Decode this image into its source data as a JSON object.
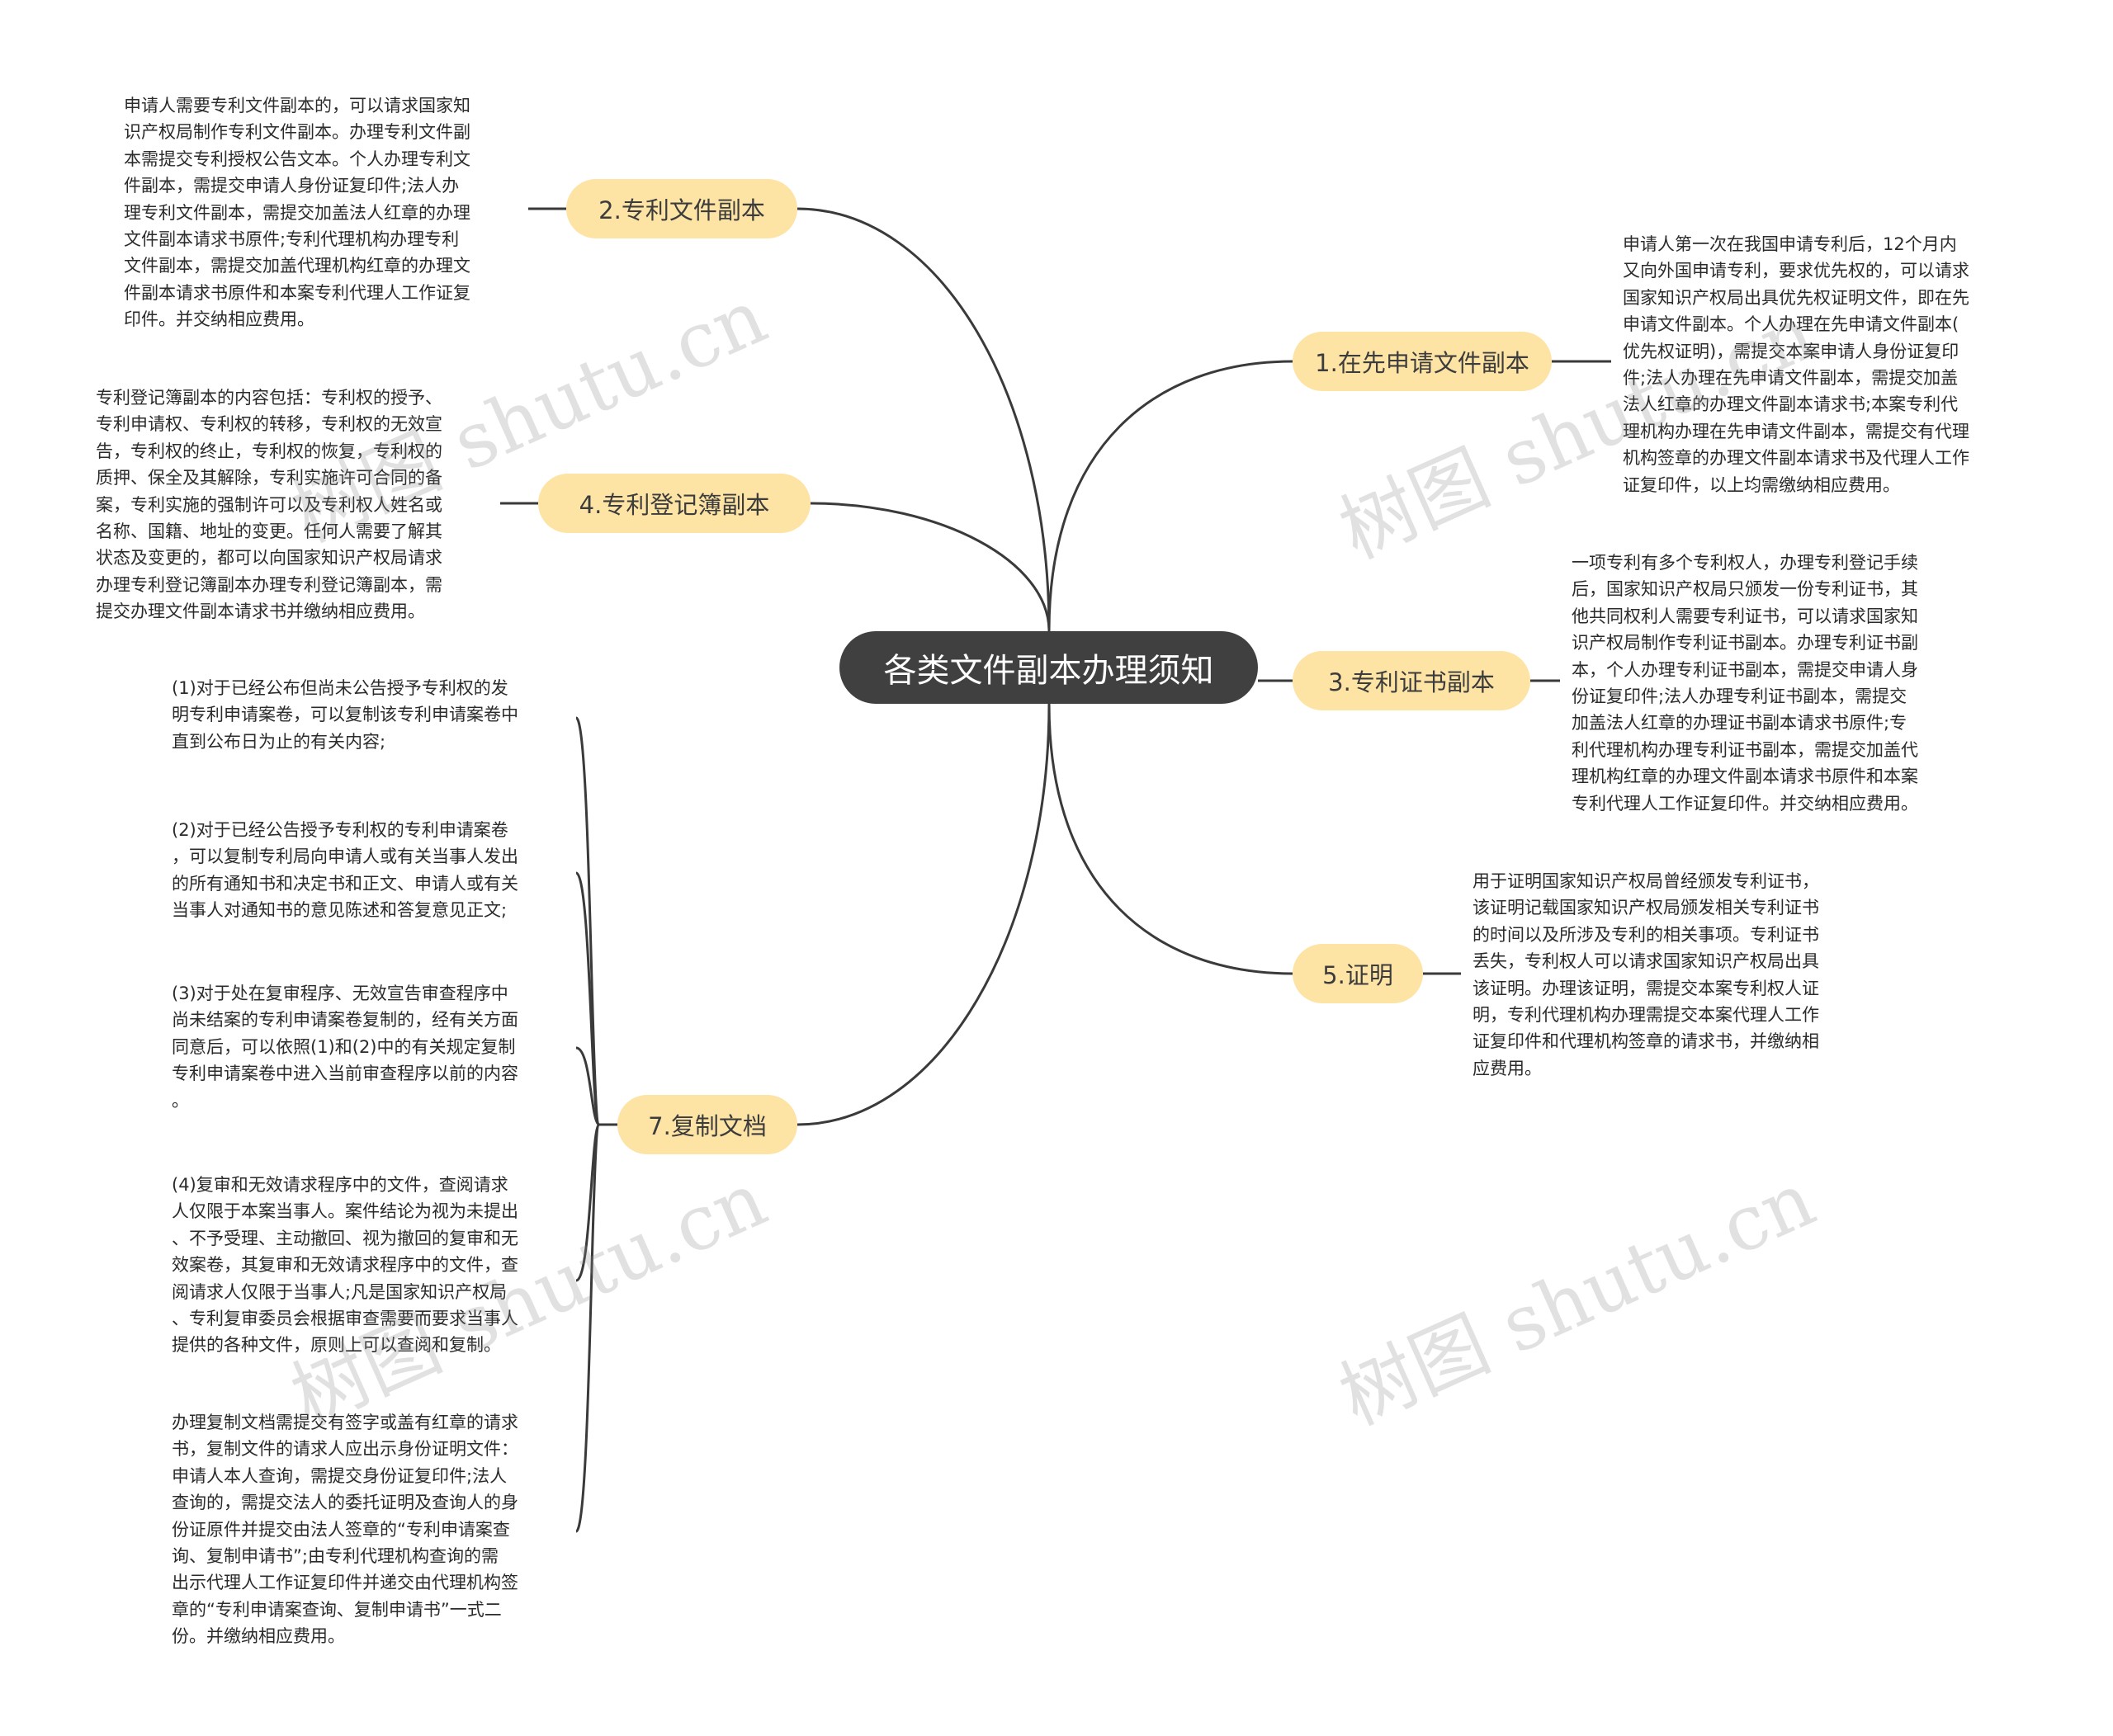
{
  "root": {
    "title": "各类文件副本办理须知"
  },
  "branches": {
    "b1": {
      "label": "1.在先申请文件副本",
      "note": "申请人第一次在我国申请专利后，12个月内\n又向外国申请专利，要求优先权的，可以请求\n国家知识产权局出具优先权证明文件，即在先\n申请文件副本。个人办理在先申请文件副本(\n优先权证明)，需提交本案申请人身份证复印\n件;法人办理在先申请文件副本，需提交加盖\n法人红章的办理文件副本请求书;本案专利代\n理机构办理在先申请文件副本，需提交有代理\n机构签章的办理文件副本请求书及代理人工作\n证复印件，以上均需缴纳相应费用。"
    },
    "b2": {
      "label": "2.专利文件副本",
      "note": "申请人需要专利文件副本的，可以请求国家知\n识产权局制作专利文件副本。办理专利文件副\n本需提交专利授权公告文本。个人办理专利文\n件副本，需提交申请人身份证复印件;法人办\n理专利文件副本，需提交加盖法人红章的办理\n文件副本请求书原件;专利代理机构办理专利\n文件副本，需提交加盖代理机构红章的办理文\n件副本请求书原件和本案专利代理人工作证复\n印件。并交纳相应费用。"
    },
    "b3": {
      "label": "3.专利证书副本",
      "note": "一项专利有多个专利权人，办理专利登记手续\n后，国家知识产权局只颁发一份专利证书，其\n他共同权利人需要专利证书，可以请求国家知\n识产权局制作专利证书副本。办理专利证书副\n本，个人办理专利证书副本，需提交申请人身\n份证复印件;法人办理专利证书副本，需提交\n加盖法人红章的办理证书副本请求书原件;专\n利代理机构办理专利证书副本，需提交加盖代\n理机构红章的办理文件副本请求书原件和本案\n专利代理人工作证复印件。并交纳相应费用。"
    },
    "b4": {
      "label": "4.专利登记簿副本",
      "note": "专利登记簿副本的内容包括：专利权的授予、\n专利申请权、专利权的转移，专利权的无效宣\n告，专利权的终止，专利权的恢复，专利权的\n质押、保全及其解除，专利实施许可合同的备\n案，专利实施的强制许可以及专利权人姓名或\n名称、国籍、地址的变更。任何人需要了解其\n状态及变更的，都可以向国家知识产权局请求\n办理专利登记簿副本办理专利登记簿副本，需\n提交办理文件副本请求书并缴纳相应费用。"
    },
    "b5": {
      "label": "5.证明",
      "note": "用于证明国家知识产权局曾经颁发专利证书，\n该证明记载国家知识产权局颁发相关专利证书\n的时间以及所涉及专利的相关事项。专利证书\n丢失，专利权人可以请求国家知识产权局出具\n该证明。办理该证明，需提交本案专利权人证\n明，专利代理机构办理需提交本案代理人工作\n证复印件和代理机构签章的请求书，并缴纳相\n应费用。"
    },
    "b7": {
      "label": "7.复制文档",
      "notes": [
        "(1)对于已经公布但尚未公告授予专利权的发\n明专利申请案卷，可以复制该专利申请案卷中\n直到公布日为止的有关内容;",
        "(2)对于已经公告授予专利权的专利申请案卷\n，可以复制专利局向申请人或有关当事人发出\n的所有通知书和决定书和正文、申请人或有关\n当事人对通知书的意见陈述和答复意见正文;",
        "(3)对于处在复审程序、无效宣告审查程序中\n尚未结案的专利申请案卷复制的，经有关方面\n同意后，可以依照(1)和(2)中的有关规定复制\n专利申请案卷中进入当前审查程序以前的内容\n。",
        "(4)复审和无效请求程序中的文件，查阅请求\n人仅限于本案当事人。案件结论为视为未提出\n、不予受理、主动撤回、视为撤回的复审和无\n效案卷，其复审和无效请求程序中的文件，查\n阅请求人仅限于当事人;凡是国家知识产权局\n、专利复审委员会根据审查需要而要求当事人\n提供的各种文件，原则上可以查阅和复制。",
        "办理复制文档需提交有签字或盖有红章的请求\n书，复制文件的请求人应出示身份证明文件：\n申请人本人查询，需提交身份证复印件;法人\n查询的，需提交法人的委托证明及查询人的身\n份证原件并提交由法人签章的“专利申请案查\n询、复制申请书”;由专利代理机构查询的需\n出示代理人工作证复印件并递交由代理机构签\n章的“专利申请案查询、复制申请书”一式二\n份。并缴纳相应费用。"
      ]
    }
  },
  "watermark": {
    "text": "树图 shutu.cn"
  },
  "colors": {
    "root_bg": "#404040",
    "branch_bg": "#fde4a5",
    "line": "#3a3a3a"
  }
}
